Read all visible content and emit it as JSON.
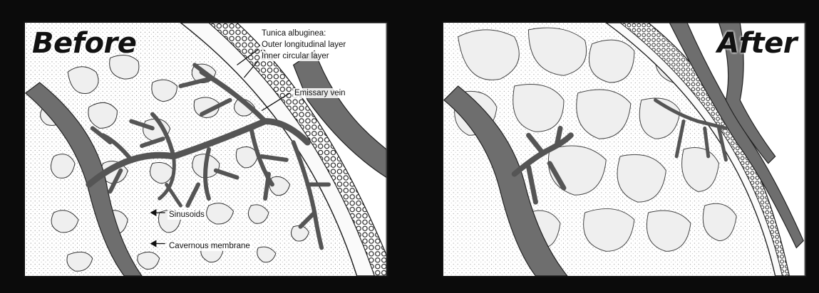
{
  "panels": {
    "before": {
      "title": "Before",
      "labels": {
        "tunica_heading": "Tunica albuginea:",
        "outer_layer": "Outer longitudinal layer",
        "inner_layer": "Inner circular layer",
        "emissary_vein": "Emissary vein",
        "sinusoids": "Sinusoids",
        "cavernous_membrane": "Cavernous membrane"
      }
    },
    "after": {
      "title": "After"
    }
  },
  "colors": {
    "background": "#0b0b0b",
    "vein": "#6e6e6e",
    "outline": "#222222",
    "sinusoid_fill": "#efefef"
  }
}
